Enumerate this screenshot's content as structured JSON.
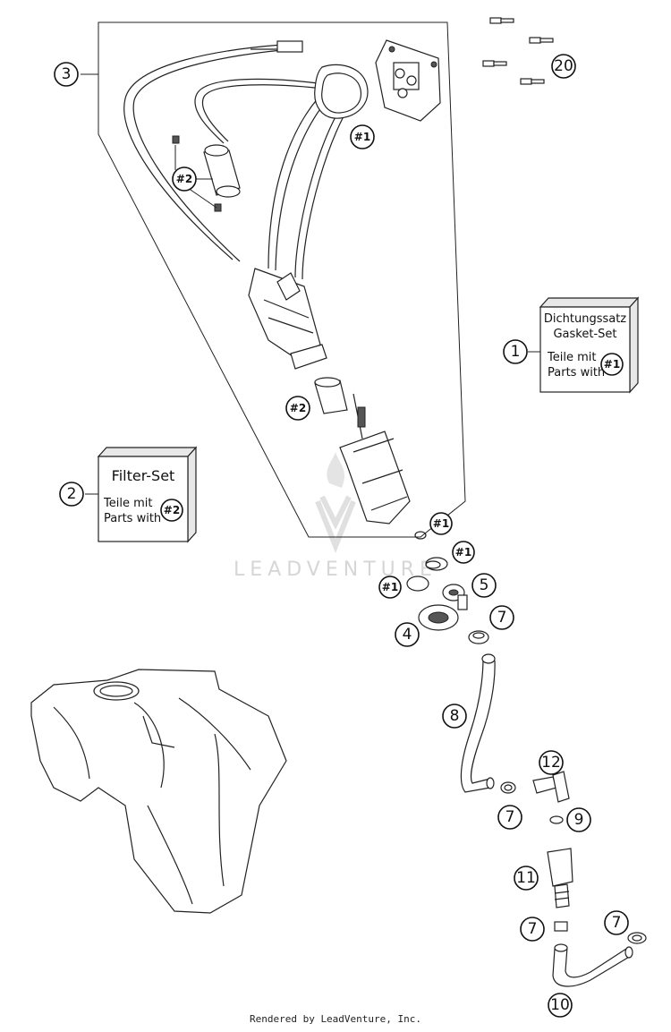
{
  "callouts": {
    "c1": "1",
    "c2": "2",
    "c3": "3",
    "c4": "4",
    "c5": "5",
    "c7": "7",
    "c8": "8",
    "c9": "9",
    "c10": "10",
    "c11": "11",
    "c12": "12",
    "c20": "20"
  },
  "refs": {
    "r1": "#1",
    "r2": "#2"
  },
  "gasket_set_box": {
    "line1": "Dichtungssatz",
    "line2": "Gasket-Set",
    "line3": "Teile mit",
    "line4": "Parts with"
  },
  "filter_set_box": {
    "title": "Filter-Set",
    "line1": "Teile mit",
    "line2": "Parts with"
  },
  "watermark": "LEADVENTURE",
  "footer": "Rendered by LeadVenture, Inc."
}
